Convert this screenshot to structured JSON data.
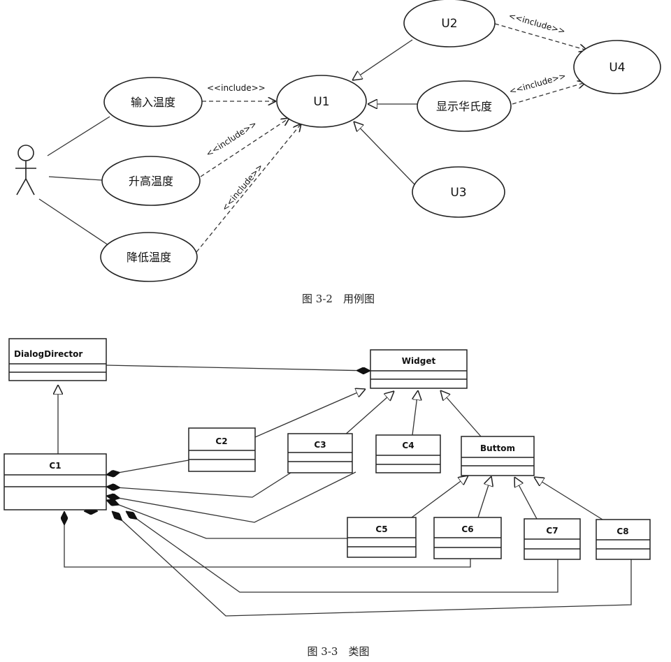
{
  "use_case_diagram": {
    "caption": "图 3-2　用例图",
    "use_cases": {
      "input_temp": "输入温度",
      "raise_temp": "升高温度",
      "lower_temp": "降低温度",
      "u1": "U1",
      "u2": "U2",
      "u3": "U3",
      "u4": "U4",
      "show_fahrenheit": "显示华氏度"
    },
    "include_label": "<<include>>"
  },
  "class_diagram": {
    "caption": "图 3-3　类图",
    "classes": {
      "dialog_director": "DialogDirector",
      "widget": "Widget",
      "c1": "C1",
      "c2": "C2",
      "c3": "C3",
      "c4": "C4",
      "buttom": "Buttom",
      "c5": "C5",
      "c6": "C6",
      "c7": "C7",
      "c8": "C8"
    }
  }
}
